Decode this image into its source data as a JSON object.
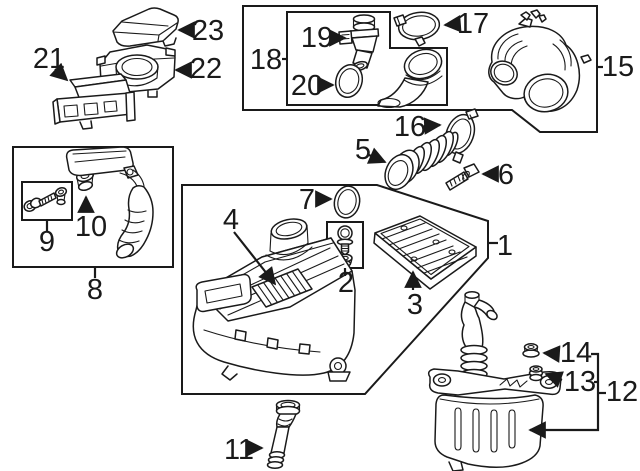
{
  "diagram": {
    "background_color": "#ffffff",
    "line_color": "#1a1a1a",
    "callouts": {
      "c1": {
        "label": "1"
      },
      "c2": {
        "label": "2"
      },
      "c3": {
        "label": "3"
      },
      "c4": {
        "label": "4"
      },
      "c5": {
        "label": "5"
      },
      "c6": {
        "label": "6"
      },
      "c7": {
        "label": "7"
      },
      "c8": {
        "label": "8"
      },
      "c9": {
        "label": "9"
      },
      "c10": {
        "label": "10"
      },
      "c11": {
        "label": "11"
      },
      "c12": {
        "label": "12"
      },
      "c13": {
        "label": "13"
      },
      "c14": {
        "label": "14"
      },
      "c15": {
        "label": "15"
      },
      "c16": {
        "label": "16"
      },
      "c17": {
        "label": "17"
      },
      "c18": {
        "label": "18"
      },
      "c19": {
        "label": "19"
      },
      "c20": {
        "label": "20"
      },
      "c21": {
        "label": "21"
      },
      "c22": {
        "label": "22"
      },
      "c23": {
        "label": "23"
      }
    }
  }
}
